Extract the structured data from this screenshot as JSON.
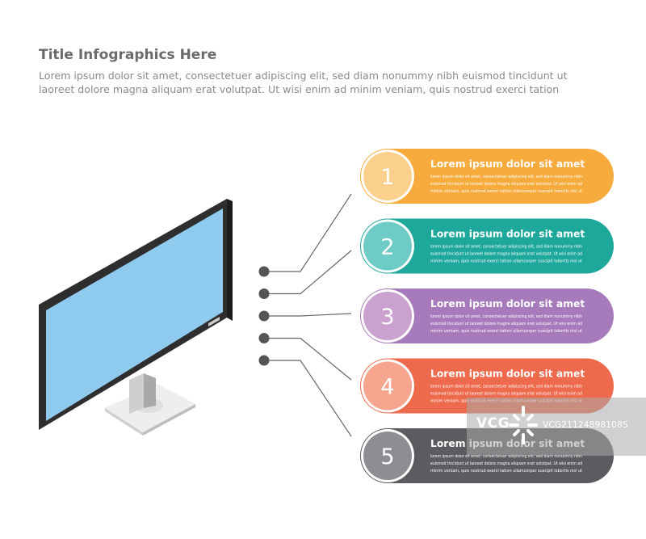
{
  "title": "Title Infographics Here",
  "subtitle": "Lorem ipsum dolor sit amet, consectetuer adipiscing elit, sed diam nonummy nibh euismod tincidunt ut\nlaoreet dolore magna aliquam erat volutpat. Ut wisi enim ad minim veniam, quis nostrud exerci tation",
  "monitor": {
    "screen_color": "#8ecbef",
    "bezel_color": "#2e2e2e",
    "stand_color": "#d8d8d8"
  },
  "connector_color": "#666666",
  "items": [
    {
      "number": "1",
      "heading": "Lorem ipsum dolor sit amet",
      "body": [
        "lorem ipsum dolor sit amet, consectetuer adipiscing elit, sed diam nonummy nibh",
        "euismod tincidunt ut laoreet dolore magna aliquam erat volutpat. Ut wisi enim ad",
        "minim veniam, quis nostrud exerci tation ullamcorper suscipit lobortis nisl ut"
      ],
      "color": "#f6ab3c",
      "circle_color": "#fbd08c"
    },
    {
      "number": "2",
      "heading": "Lorem ipsum dolor sit amet",
      "body": [
        "lorem ipsum dolor sit amet, consectetuer adipiscing elit, sed diam nonummy nibh",
        "euismod tincidunt ut laoreet dolore magna aliquam erat volutpat. Ut wisi enim ad",
        "minim veniam, quis nostrud exerci tation ullamcorper suscipit lobortis nisl ut"
      ],
      "color": "#1ea89b",
      "circle_color": "#6ecbc6"
    },
    {
      "number": "3",
      "heading": "Lorem ipsum dolor sit amet",
      "body": [
        "lorem ipsum dolor sit amet, consectetuer adipiscing elit, sed diam nonummy nibh",
        "euismod tincidunt ut laoreet dolore magna aliquam erat volutpat. Ut wisi enim ad",
        "minim veniam, quis nostrud exerci tation ullamcorper suscipit lobortis nisl ut"
      ],
      "color": "#a77bbb",
      "circle_color": "#cba1d0"
    },
    {
      "number": "4",
      "heading": "Lorem ipsum dolor sit amet",
      "body": [
        "lorem ipsum dolor sit amet, consectetuer adipiscing elit, sed diam nonummy nibh",
        "euismod tincidunt ut laoreet dolore magna aliquam erat volutpat. Ut wisi enim ad",
        "minim veniam, quis nostrud exerci tation ullamcorper suscipit lobortis nisl ut"
      ],
      "color": "#ed6a4d",
      "circle_color": "#f6a68e"
    },
    {
      "number": "5",
      "heading": "Lorem ipsum dolor sit amet",
      "body": [
        "lorem ipsum dolor sit amet, consectetuer adipiscing elit, sed diam nonummy nibh",
        "euismod tincidunt ut laoreet dolore magna aliquam erat volutpat. Ut wisi enim ad",
        "minim veniam, quis nostrud exerci tation ullamcorper suscipit lobortis nisl ut"
      ],
      "color": "#5c5b60",
      "circle_color": "#8e8d92"
    }
  ],
  "watermark": {
    "logo": "VCG",
    "text": "VCG21124898108S"
  }
}
